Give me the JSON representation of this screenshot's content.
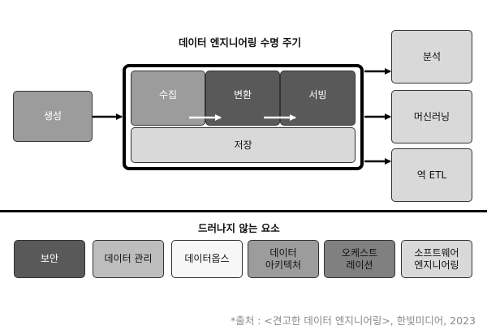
{
  "lifecycle": {
    "title": "데이터 엔지니어링 수명 주기",
    "generation": "생성",
    "stages": [
      "수집",
      "변환",
      "서빙"
    ],
    "storage": "저장",
    "outputs": [
      "분석",
      "머신러닝",
      "역 ETL"
    ]
  },
  "undercurrents": {
    "title": "드러나지 않는 요소",
    "items": [
      "보안",
      "데이터 관리",
      "데이터옵스",
      "데이터\n아키텍처",
      "오케스트\n레이션",
      "소프트웨어\n엔지니어링"
    ]
  },
  "source": "*출처 : <견고한 데이터 엔지니어링>, 한빛미디어, 2023",
  "colors": {
    "dark": "#595959",
    "mid": "#808080",
    "gray": "#9c9c9c",
    "light": "#d9d9d9",
    "frame": "#000000"
  }
}
